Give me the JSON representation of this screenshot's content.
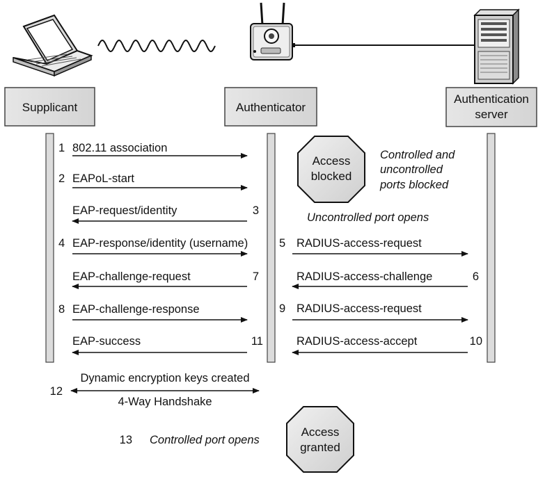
{
  "entities": {
    "supplicant": "Supplicant",
    "authenticator": "Authenticator",
    "server_line1": "Authentication",
    "server_line2": "server"
  },
  "badges": {
    "blocked_line1": "Access",
    "blocked_line2": "blocked",
    "granted_line1": "Access",
    "granted_line2": "granted"
  },
  "notes": {
    "controlled_blocked_line1": "Controlled and",
    "controlled_blocked_line2": "uncontrolled",
    "controlled_blocked_line3": "ports blocked",
    "uncontrolled_opens": "Uncontrolled port opens",
    "controlled_opens": "Controlled port opens"
  },
  "steps": [
    {
      "num": "1",
      "label": "802.11 association"
    },
    {
      "num": "2",
      "label": "EAPoL-start"
    },
    {
      "num": "3",
      "label": "EAP-request/identity"
    },
    {
      "num": "4",
      "label": "EAP-response/identity (username)"
    },
    {
      "num": "5",
      "label": "RADIUS-access-request"
    },
    {
      "num": "6",
      "label": "RADIUS-access-challenge"
    },
    {
      "num": "7",
      "label": "EAP-challenge-request"
    },
    {
      "num": "8",
      "label": "EAP-challenge-response"
    },
    {
      "num": "9",
      "label": "RADIUS-access-request"
    },
    {
      "num": "10",
      "label": "RADIUS-access-accept"
    },
    {
      "num": "11",
      "label": "EAP-success"
    },
    {
      "num": "12",
      "label": "Dynamic encryption keys created",
      "label2": "4-Way Handshake"
    },
    {
      "num": "13"
    }
  ],
  "icons": {
    "laptop": "laptop-icon",
    "wireless": "wireless-wave-icon",
    "access_point": "access-point-icon",
    "server": "server-tower-icon"
  }
}
